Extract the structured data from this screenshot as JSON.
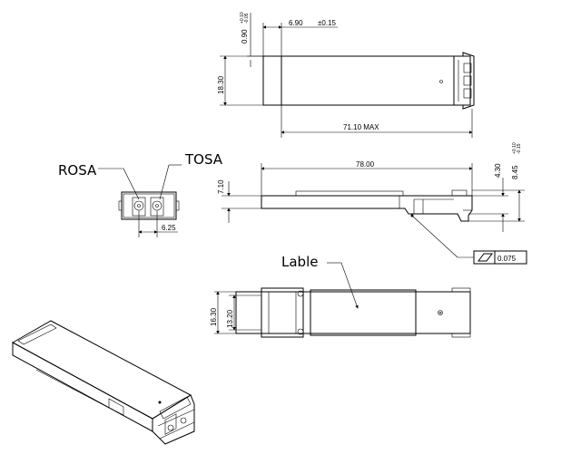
{
  "views": {
    "top": {
      "dim_0_90": "0.90",
      "dim_0_90_tol_plus": "+0.10",
      "dim_0_90_tol_minus": "-0.05",
      "dim_6_90": "6.90",
      "dim_6_90_tol": "±0.15",
      "dim_18_30": "18.30",
      "dim_71_10": "71.10  MAX"
    },
    "side": {
      "dim_78": "78.00",
      "dim_7_10": "7.10",
      "dim_4_30": "4.30",
      "dim_8_45": "8.45",
      "dim_8_45_tol_plus": "+0.10",
      "dim_8_45_tol_minus": "-0.15",
      "flatness_value": "0.075"
    },
    "front": {
      "label_rosa": "ROSA",
      "label_tosa": "TOSA",
      "dim_6_25": "6.25"
    },
    "bottom": {
      "label_lable": "Lable",
      "dim_16_30": "16.30",
      "dim_13_20": "13.20"
    }
  }
}
